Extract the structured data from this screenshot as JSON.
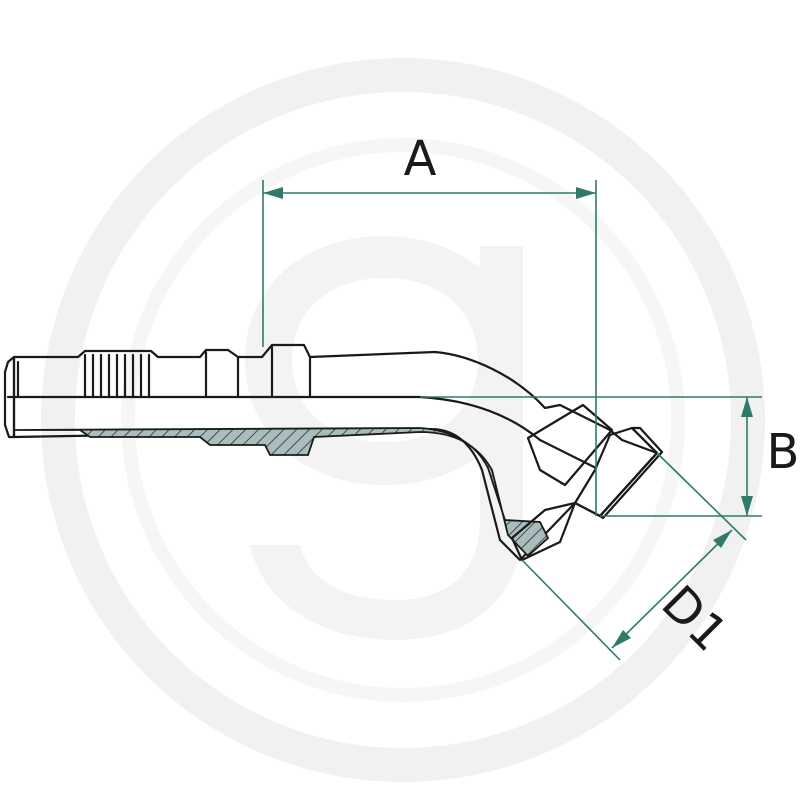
{
  "dimensions": {
    "a_label": "A",
    "b_label": "B",
    "d1_label": "D1"
  },
  "watermark": {
    "text": "g",
    "color": "#f1f1f1"
  },
  "colors": {
    "fitting_fill": "#8ba7a8",
    "outline": "#1a1a1a",
    "dimension_lines": "#2f7a6a"
  }
}
